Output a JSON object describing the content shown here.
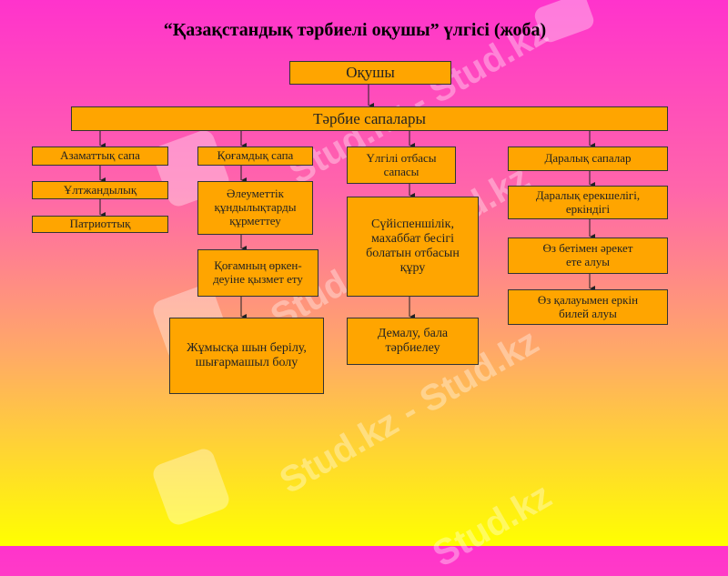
{
  "title": "“Қазақстандық тәрбиелі оқушы” үлгісі (жоба)",
  "root": "Оқушы",
  "level1": "Тәрбие сапалары",
  "columns": {
    "civic": {
      "header": "Азаматтық сапа",
      "items": [
        "Ұлтжандылық",
        "Патриоттық"
      ]
    },
    "social": {
      "header": "Қоғамдық сапа",
      "items": [
        "Әлеуметтік құндылықтарды құрметтеу",
        "Қоғамның өркен-деуіне қызмет ету",
        "Жұмысқа шын берілу, шығармашыл болу"
      ]
    },
    "family": {
      "header": "Үлгілі отбасы сапасы",
      "items": [
        "Сүйіспеншілік, махаббат бесігі болатын отбасын құру",
        "Демалу, бала тәрбиелеу"
      ]
    },
    "individual": {
      "header": "Даралық сапалар",
      "items": [
        "Даралық ерекшелігі, еркіндігі",
        "Өз бетімен әрекет ете алуы",
        "Өз қалауымен еркін билей алуы"
      ]
    }
  },
  "watermark": "Stud.kz",
  "watermark_full": "Stud.kz - Stud.kz"
}
